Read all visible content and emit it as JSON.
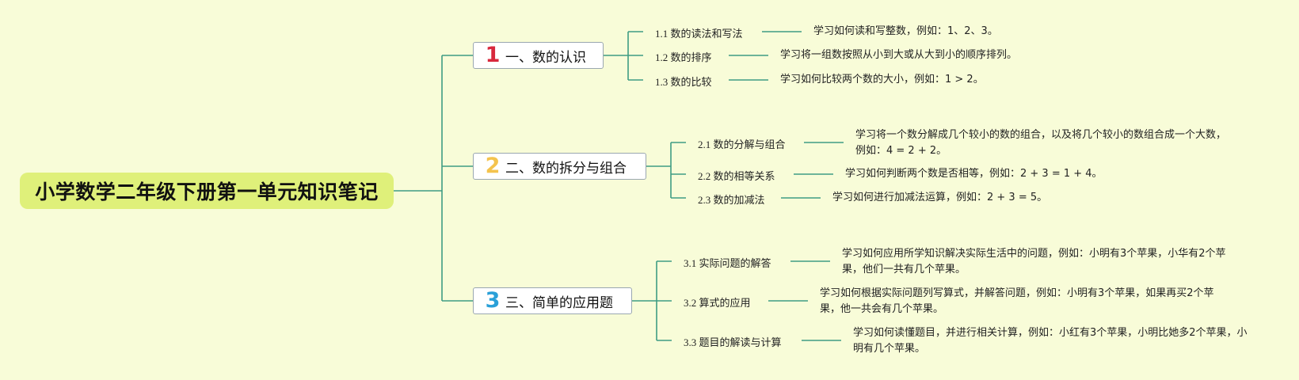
{
  "root": {
    "title": "小学数学二年级下册第一单元知识笔记"
  },
  "branches": [
    {
      "num": "1",
      "label": "一、数的认识",
      "color": "#d8283c",
      "items": [
        {
          "label": "1.1 数的读法和写法",
          "desc": "学习如何读和写整数，例如：1、2、3。"
        },
        {
          "label": "1.2 数的排序",
          "desc": "学习将一组数按照从小到大或从大到小的顺序排列。"
        },
        {
          "label": "1.3 数的比较",
          "desc": "学习如何比较两个数的大小，例如：1 > 2。"
        }
      ]
    },
    {
      "num": "2",
      "label": "二、数的拆分与组合",
      "color": "#f4c34d",
      "items": [
        {
          "label": "2.1 数的分解与组合",
          "desc": "学习将一个数分解成几个较小的数的组合，以及将几个较小的数组合成一个大数，例如：4 = 2 + 2。"
        },
        {
          "label": "2.2 数的相等关系",
          "desc": "学习如何判断两个数是否相等，例如：2 + 3 = 1 + 4。"
        },
        {
          "label": "2.3 数的加减法",
          "desc": "学习如何进行加减法运算，例如：2 + 3 = 5。"
        }
      ]
    },
    {
      "num": "3",
      "label": "三、简单的应用题",
      "color": "#2aa0d8",
      "items": [
        {
          "label": "3.1 实际问题的解答",
          "desc": "学习如何应用所学知识解决实际生活中的问题，例如：小明有3个苹果，小华有2个苹果，他们一共有几个苹果。"
        },
        {
          "label": "3.2 算式的应用",
          "desc": "学习如何根据实际问题列写算式，并解答问题，例如：小明有3个苹果，如果再买2个苹果，他一共会有几个苹果。"
        },
        {
          "label": "3.3 题目的解读与计算",
          "desc": "学习如何读懂题目，并进行相关计算，例如：小红有3个苹果，小明比她多2个苹果，小明有几个苹果。"
        }
      ]
    }
  ]
}
